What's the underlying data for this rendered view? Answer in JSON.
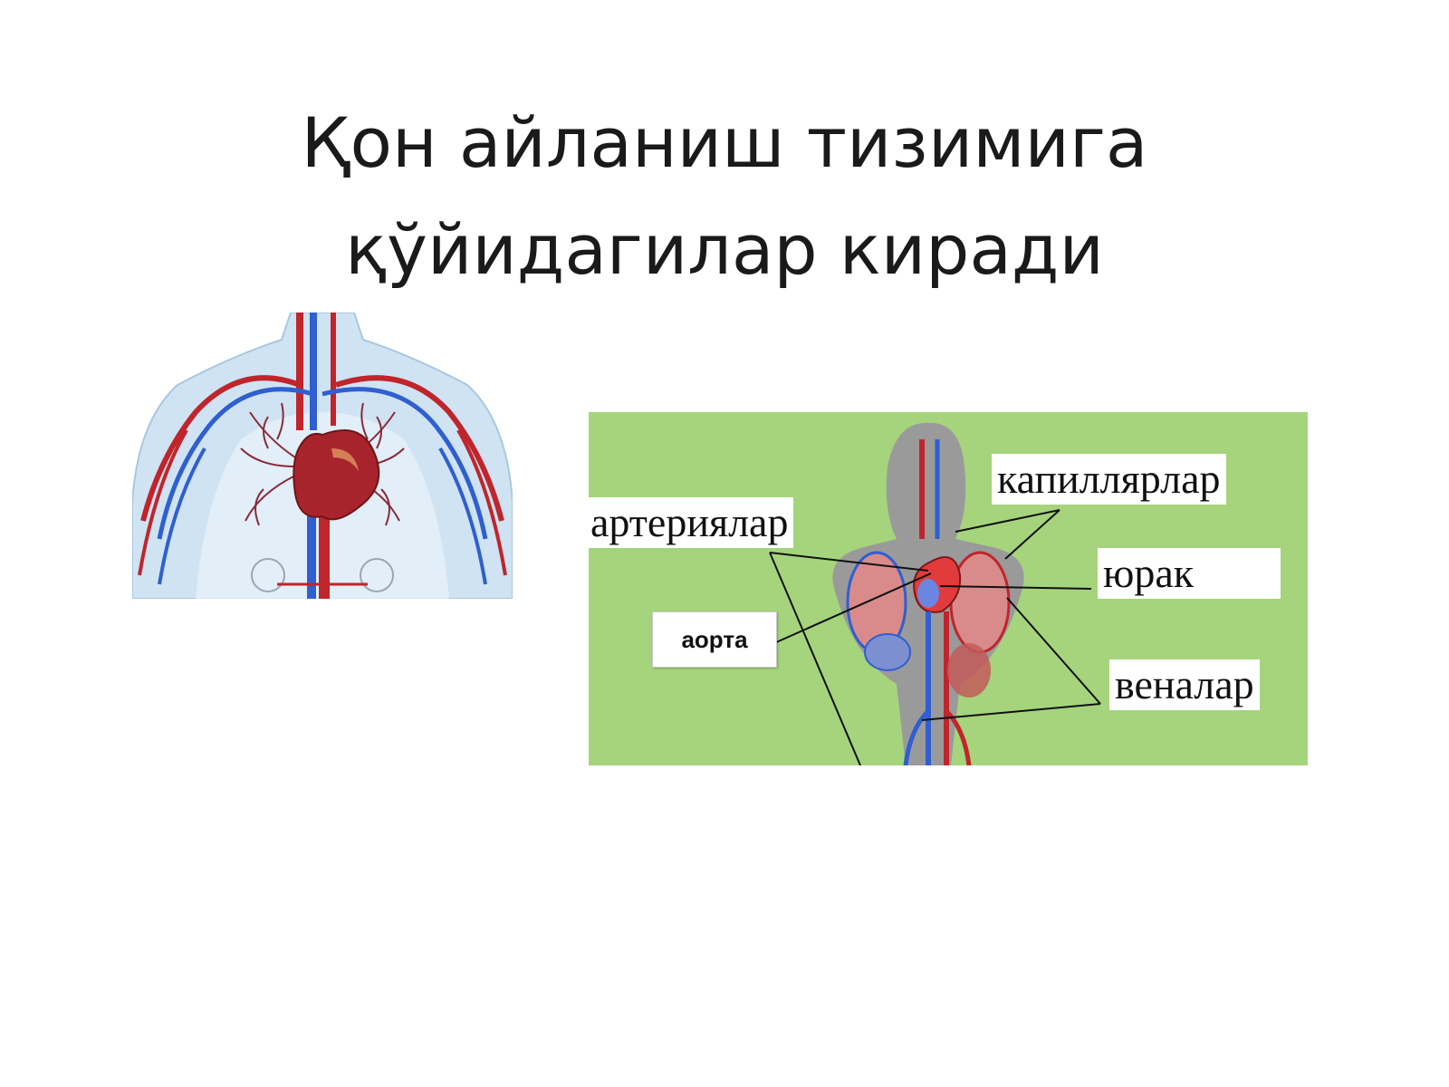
{
  "title": {
    "line1": "Қон айланиш тизимига",
    "line2": "қўйидагилар киради"
  },
  "labels": {
    "arteries": "артериялар",
    "capillaries": "капиллярлар",
    "heart": "юрак",
    "aorta": "аорта",
    "veins": "веналар"
  },
  "colors": {
    "artery": "#c0252b",
    "vein": "#2f5fd0",
    "panel_green": "#a6d47c",
    "body_grey": "#9a9a9a",
    "skin_blue": "#cfe3f3"
  }
}
